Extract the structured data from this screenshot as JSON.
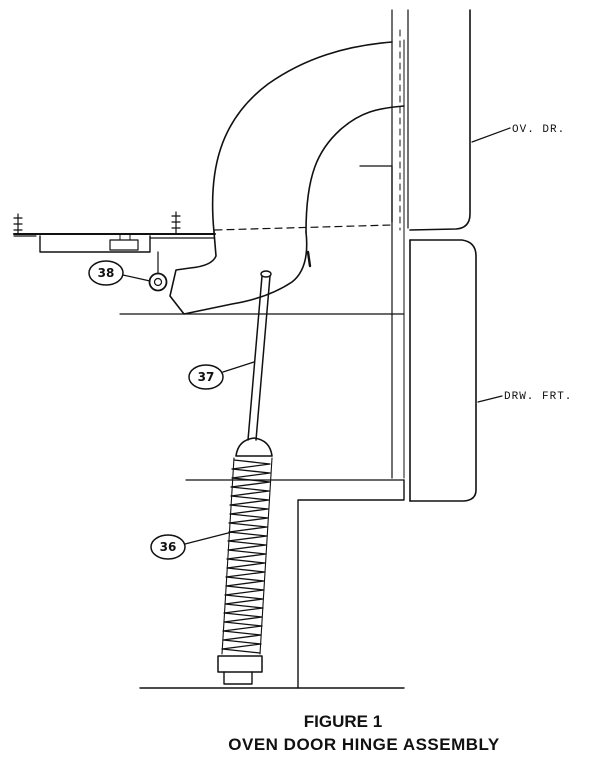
{
  "figure": {
    "title": "FIGURE 1",
    "subtitle": "OVEN DOOR HINGE ASSEMBLY"
  },
  "labels": {
    "oven_door": "OV. DR.",
    "drawer_front": "DRW. FRT."
  },
  "callouts": [
    {
      "id": "hinge-pivot",
      "number": "38"
    },
    {
      "id": "spring-rod",
      "number": "37"
    },
    {
      "id": "spring",
      "number": "36"
    }
  ],
  "colors": {
    "line": "#111111",
    "background": "#ffffff"
  }
}
